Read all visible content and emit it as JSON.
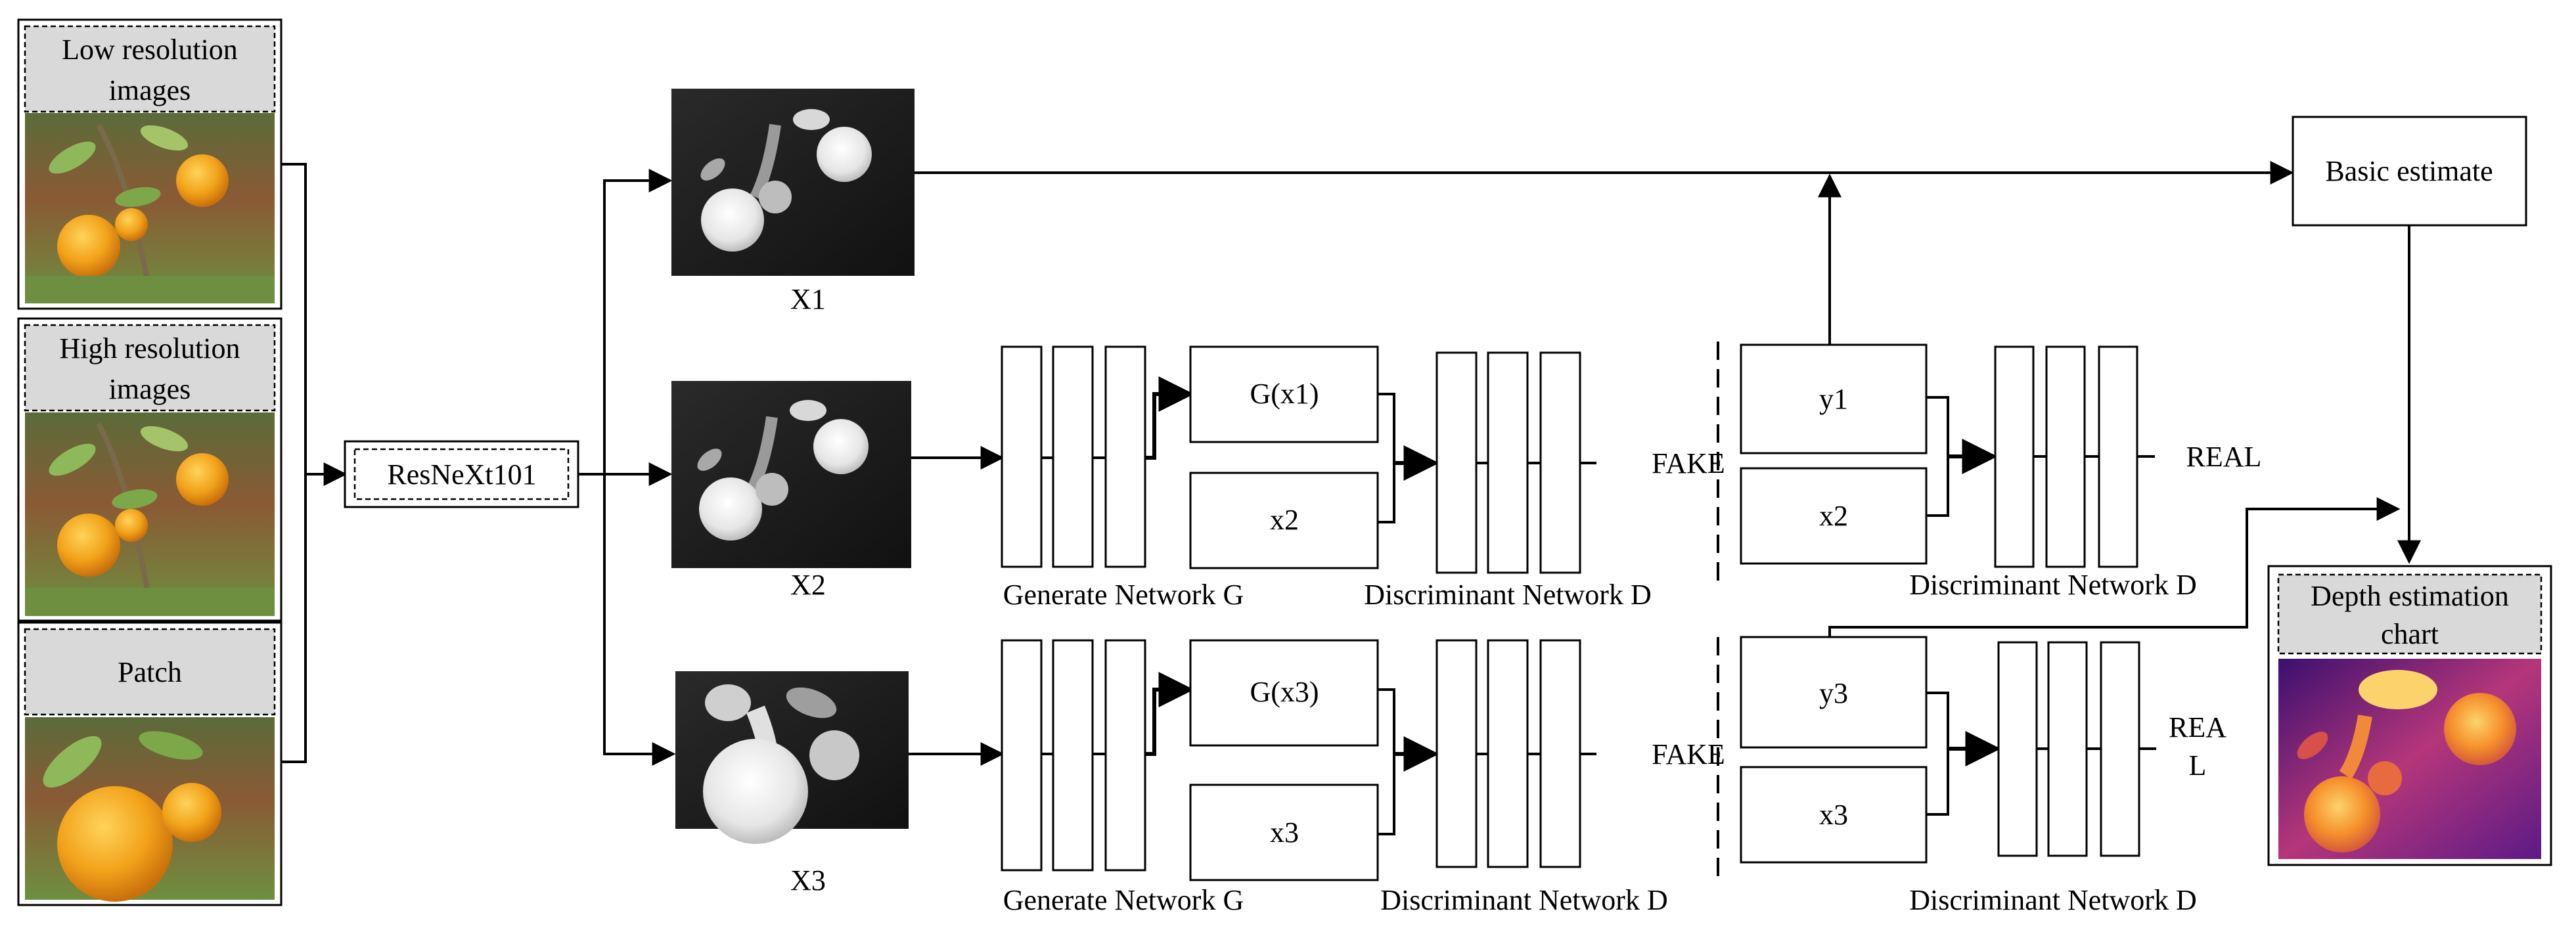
{
  "inputs": {
    "low_res": "Low resolution images",
    "low_res_l1": "Low resolution",
    "low_res_l2": "images",
    "high_res_l1": "High resolution",
    "high_res_l2": "images",
    "patch": "Patch"
  },
  "backbone": "ResNeXt101",
  "depth_maps": {
    "x1": "X1",
    "x2": "X2",
    "x3": "X3"
  },
  "gan_row1": {
    "generator": "Generate Network G",
    "gx": "G(x1)",
    "x": "x2",
    "discriminator": "Discriminant Network D",
    "fake": "FAKE",
    "y": "y1",
    "x_right": "x2",
    "discriminator2": "Discriminant Network D",
    "real": "REAL"
  },
  "gan_row2": {
    "generator": "Generate Network G",
    "gx": "G(x3)",
    "x": "x3",
    "discriminator": "Discriminant Network D",
    "fake": "FAKE",
    "y": "y3",
    "x_right": "x3",
    "discriminator2": "Discriminant Network D",
    "real_l1": "REA",
    "real_l2": "L"
  },
  "basic_estimate": "Basic estimate",
  "output": {
    "title_l1": "Depth estimation",
    "title_l2": "chart"
  },
  "colors": {
    "label_fill": "#d9d9d9",
    "orange": "#f2a21a",
    "leaf": "#6f9a3a",
    "soil": "#8a5a35"
  }
}
